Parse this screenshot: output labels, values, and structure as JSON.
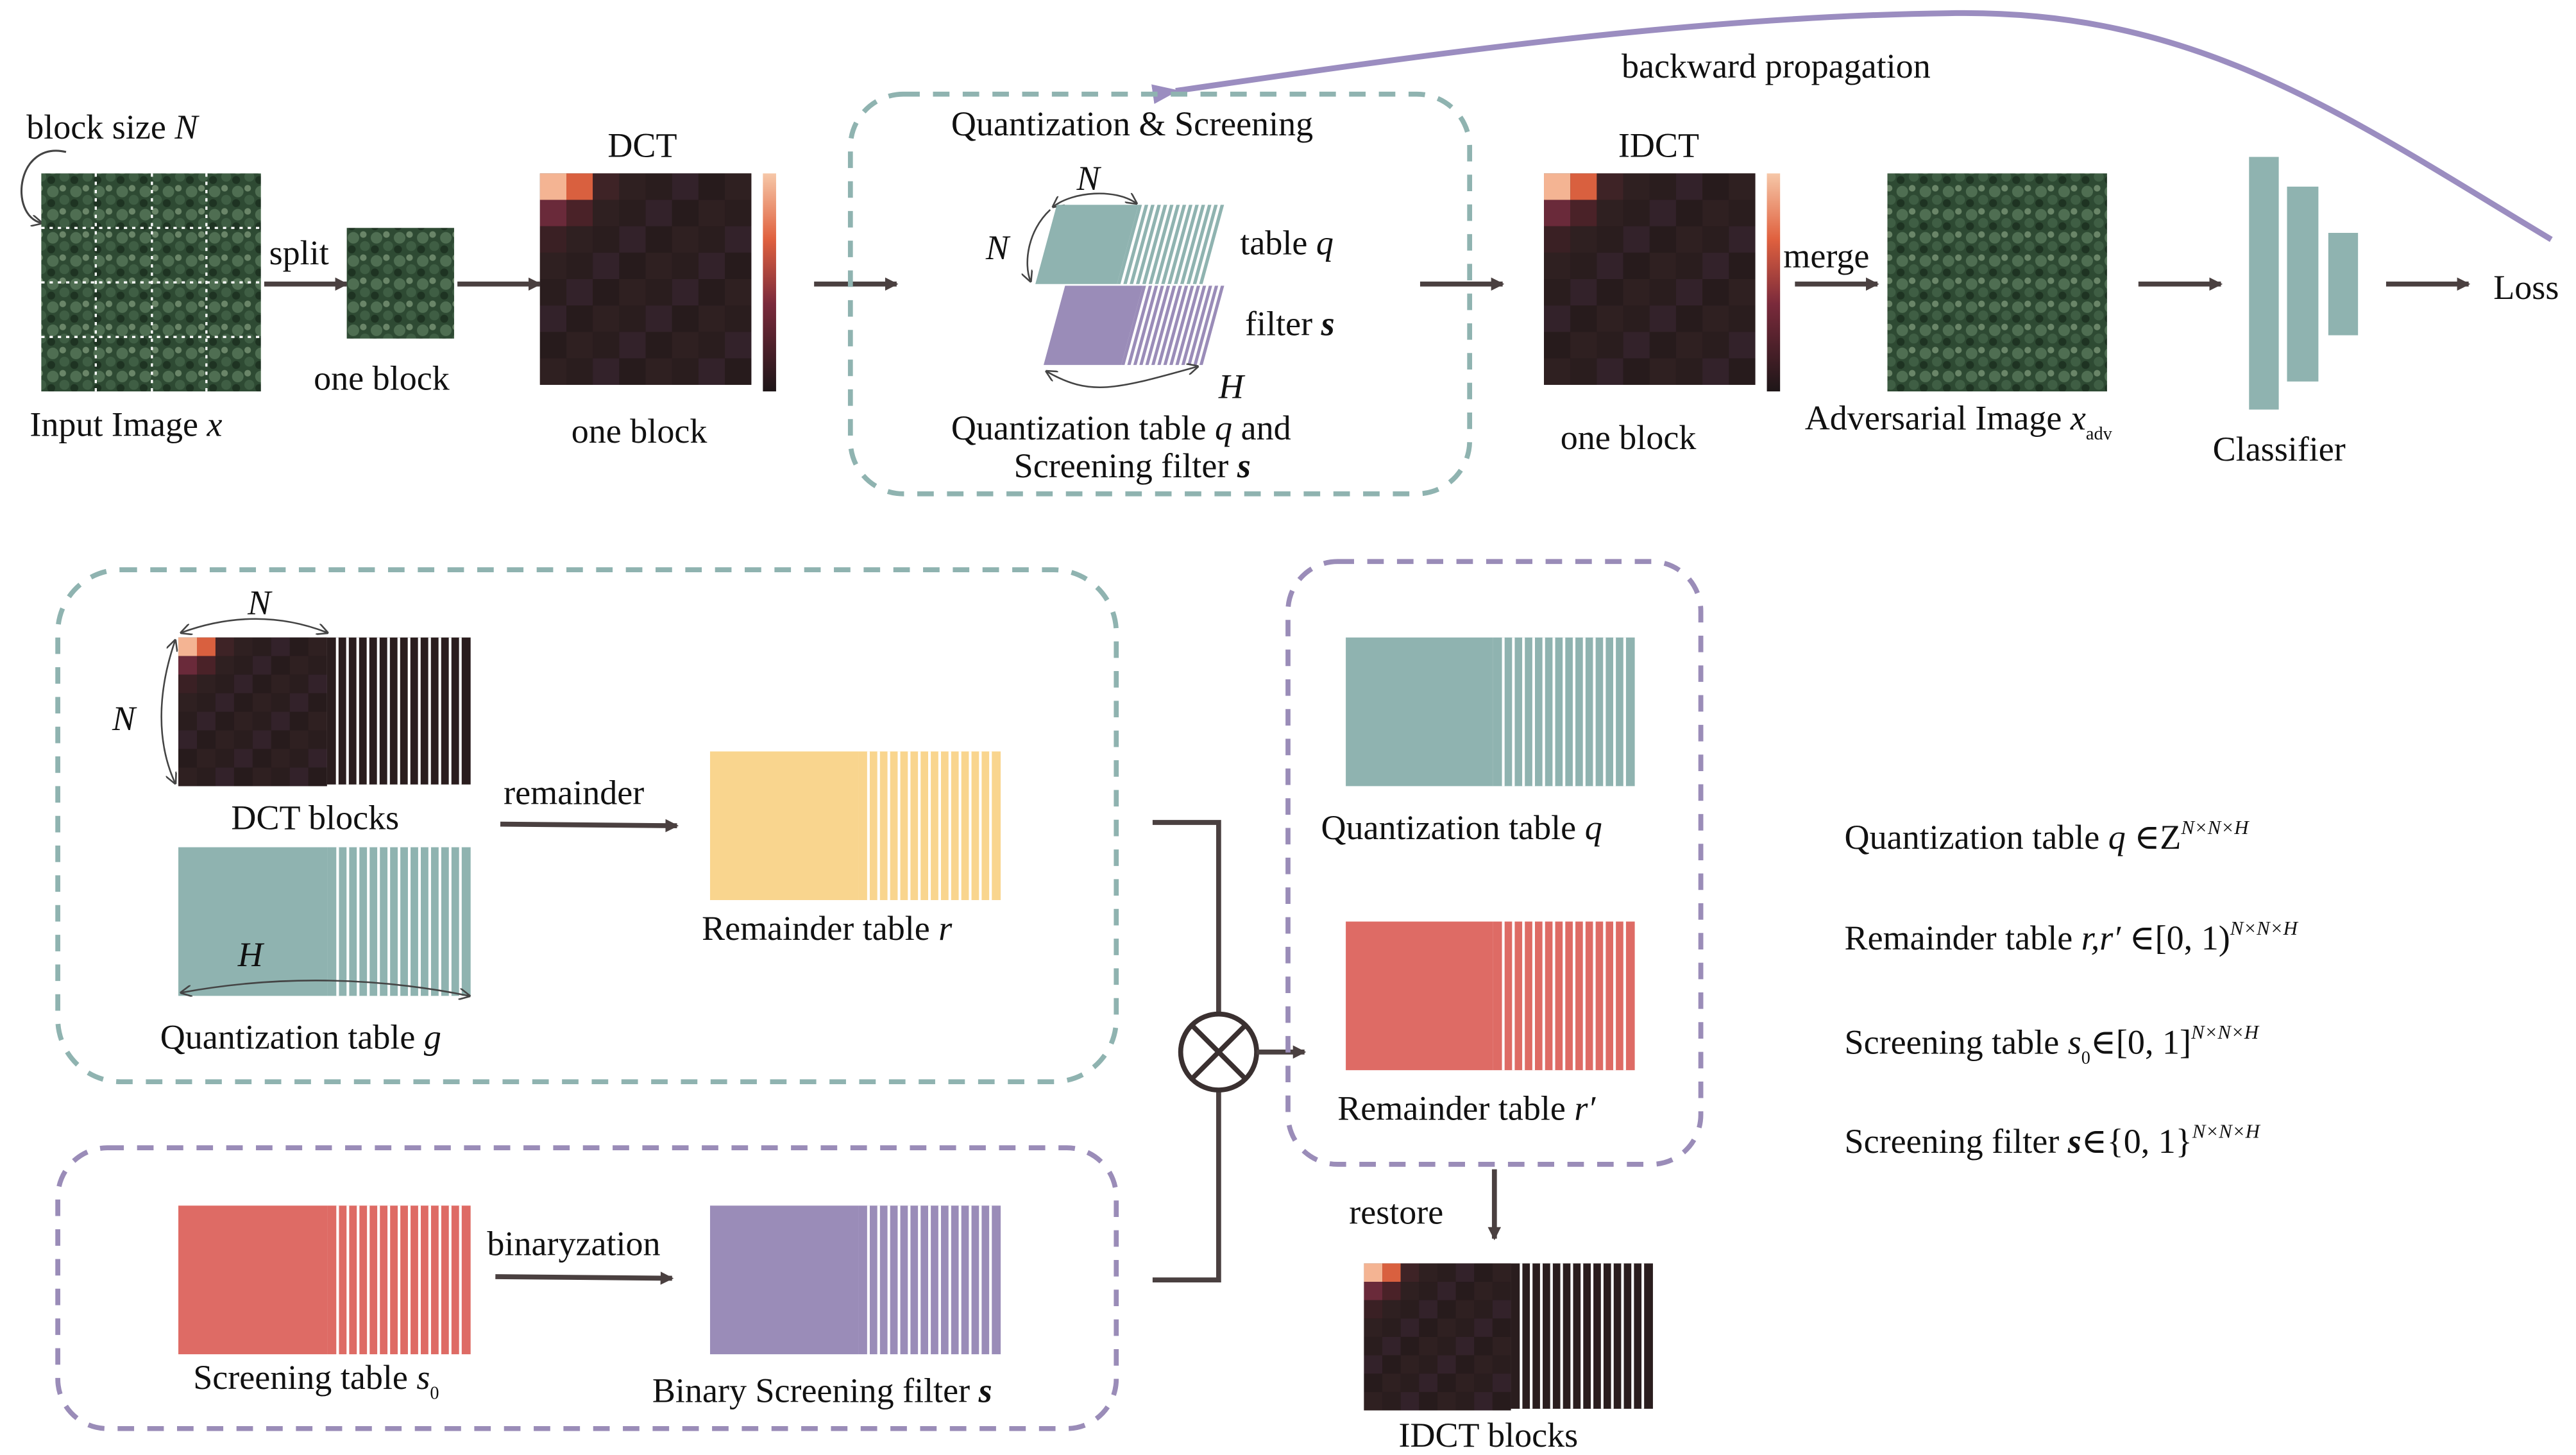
{
  "colors": {
    "teal": "#8fb3b0",
    "purple": "#9a8cb8",
    "red": "#de6b65",
    "yellow": "#f9d58e",
    "dark": "#2a1d1e",
    "arrow": "#4a4040",
    "backprop": "#9b8dc0"
  },
  "top": {
    "block_size": "block size ",
    "block_size_var": "N",
    "split": "split",
    "one_block_1": "one block",
    "input_label": "Input Image ",
    "input_var": "x",
    "dct": "DCT",
    "one_block_2": "one block",
    "qs_title": "Quantization & Screening",
    "n_top": "N",
    "n_left": "N",
    "h": "H",
    "table_q": "table ",
    "table_q_var": "q",
    "filter_s": "filter ",
    "filter_s_var": "s",
    "qs_caption_1": "Quantization table ",
    "qs_caption_1_var": "q",
    "qs_caption_1_end": " and",
    "qs_caption_2": "Screening filter ",
    "qs_caption_2_var": "s",
    "idct": "IDCT",
    "one_block_3": "one block",
    "merge": "merge",
    "adv_label": "Adversarial Image ",
    "adv_var": "x",
    "adv_sub": "adv",
    "classifier": "Classifier",
    "loss": "Loss",
    "backprop": "backward propagation"
  },
  "bottom": {
    "n_top": "N",
    "n_left": "N",
    "h": "H",
    "dct_blocks": "DCT blocks",
    "remainder": "remainder",
    "remainder_table": "Remainder table ",
    "remainder_var": "r",
    "quant_g": "Quantization table ",
    "quant_g_var": "g",
    "screening_table": "Screening table ",
    "screening_var": "s",
    "screening_sub": "0",
    "binaryzation": "binaryzation",
    "binary_filter": "Binary Screening filter ",
    "binary_filter_var": "s",
    "quant_q": "Quantization table ",
    "quant_q_var": "q",
    "remainder_prime": "Remainder table ",
    "remainder_prime_var": "r′",
    "restore": "restore",
    "idct_blocks": "IDCT blocks"
  },
  "legend": [
    {
      "text": "Quantization table ",
      "var": "q",
      "rel": " ∈Z",
      "sup": "N×N×H"
    },
    {
      "text": "Remainder table ",
      "var": "r,r′",
      "rel": " ∈[0, 1)",
      "sup": "N×N×H"
    },
    {
      "text": "Screening table ",
      "var": "s",
      "sub": "0",
      "rel": "∈[0, 1]",
      "sup": "N×N×H"
    },
    {
      "text": "Screening filter ",
      "var": "s",
      "rel": "∈{0, 1}",
      "sup": "N×N×H"
    }
  ]
}
